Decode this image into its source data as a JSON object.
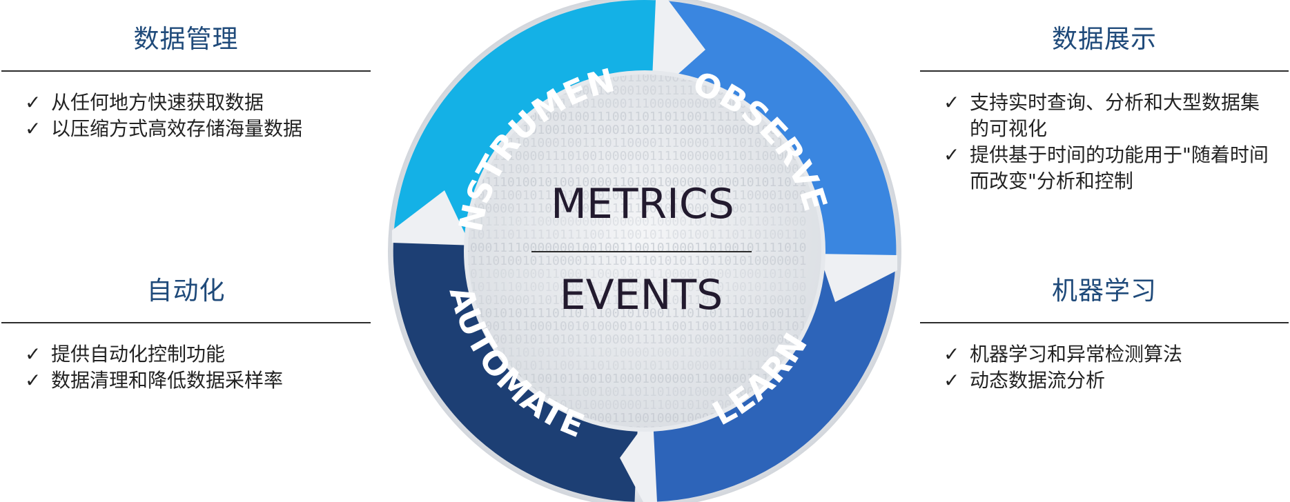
{
  "panels": {
    "top_left": {
      "title": "数据管理",
      "items": [
        "从任何地方快速获取数据",
        "以压缩方式高效存储海量数据"
      ]
    },
    "top_right": {
      "title": "数据展示",
      "items": [
        "支持实时查询、分析和大型数据集的可视化",
        "提供基于时间的功能用于\"随着时间而改变\"分析和控制"
      ]
    },
    "bottom_left": {
      "title": "自动化",
      "items": [
        "提供自动化控制功能",
        "数据清理和降低数据采样率"
      ]
    },
    "bottom_right": {
      "title": "机器学习",
      "items": [
        "机器学习和异常检测算法",
        "动态数据流分析"
      ]
    }
  },
  "check_mark": "✓",
  "cycle": {
    "segments": {
      "instrument": "INSTRUMENT",
      "observe": "OBSERVE",
      "learn": "LEARN",
      "automate": "AUTOMATE"
    },
    "center_top": "METRICS",
    "center_bottom": "EVENTS"
  },
  "colors": {
    "instrument": "#14b1e6",
    "observe": "#3a86e0",
    "learn": "#2d64b9",
    "automate": "#1d3f74",
    "title": "#1f4a7a"
  }
}
